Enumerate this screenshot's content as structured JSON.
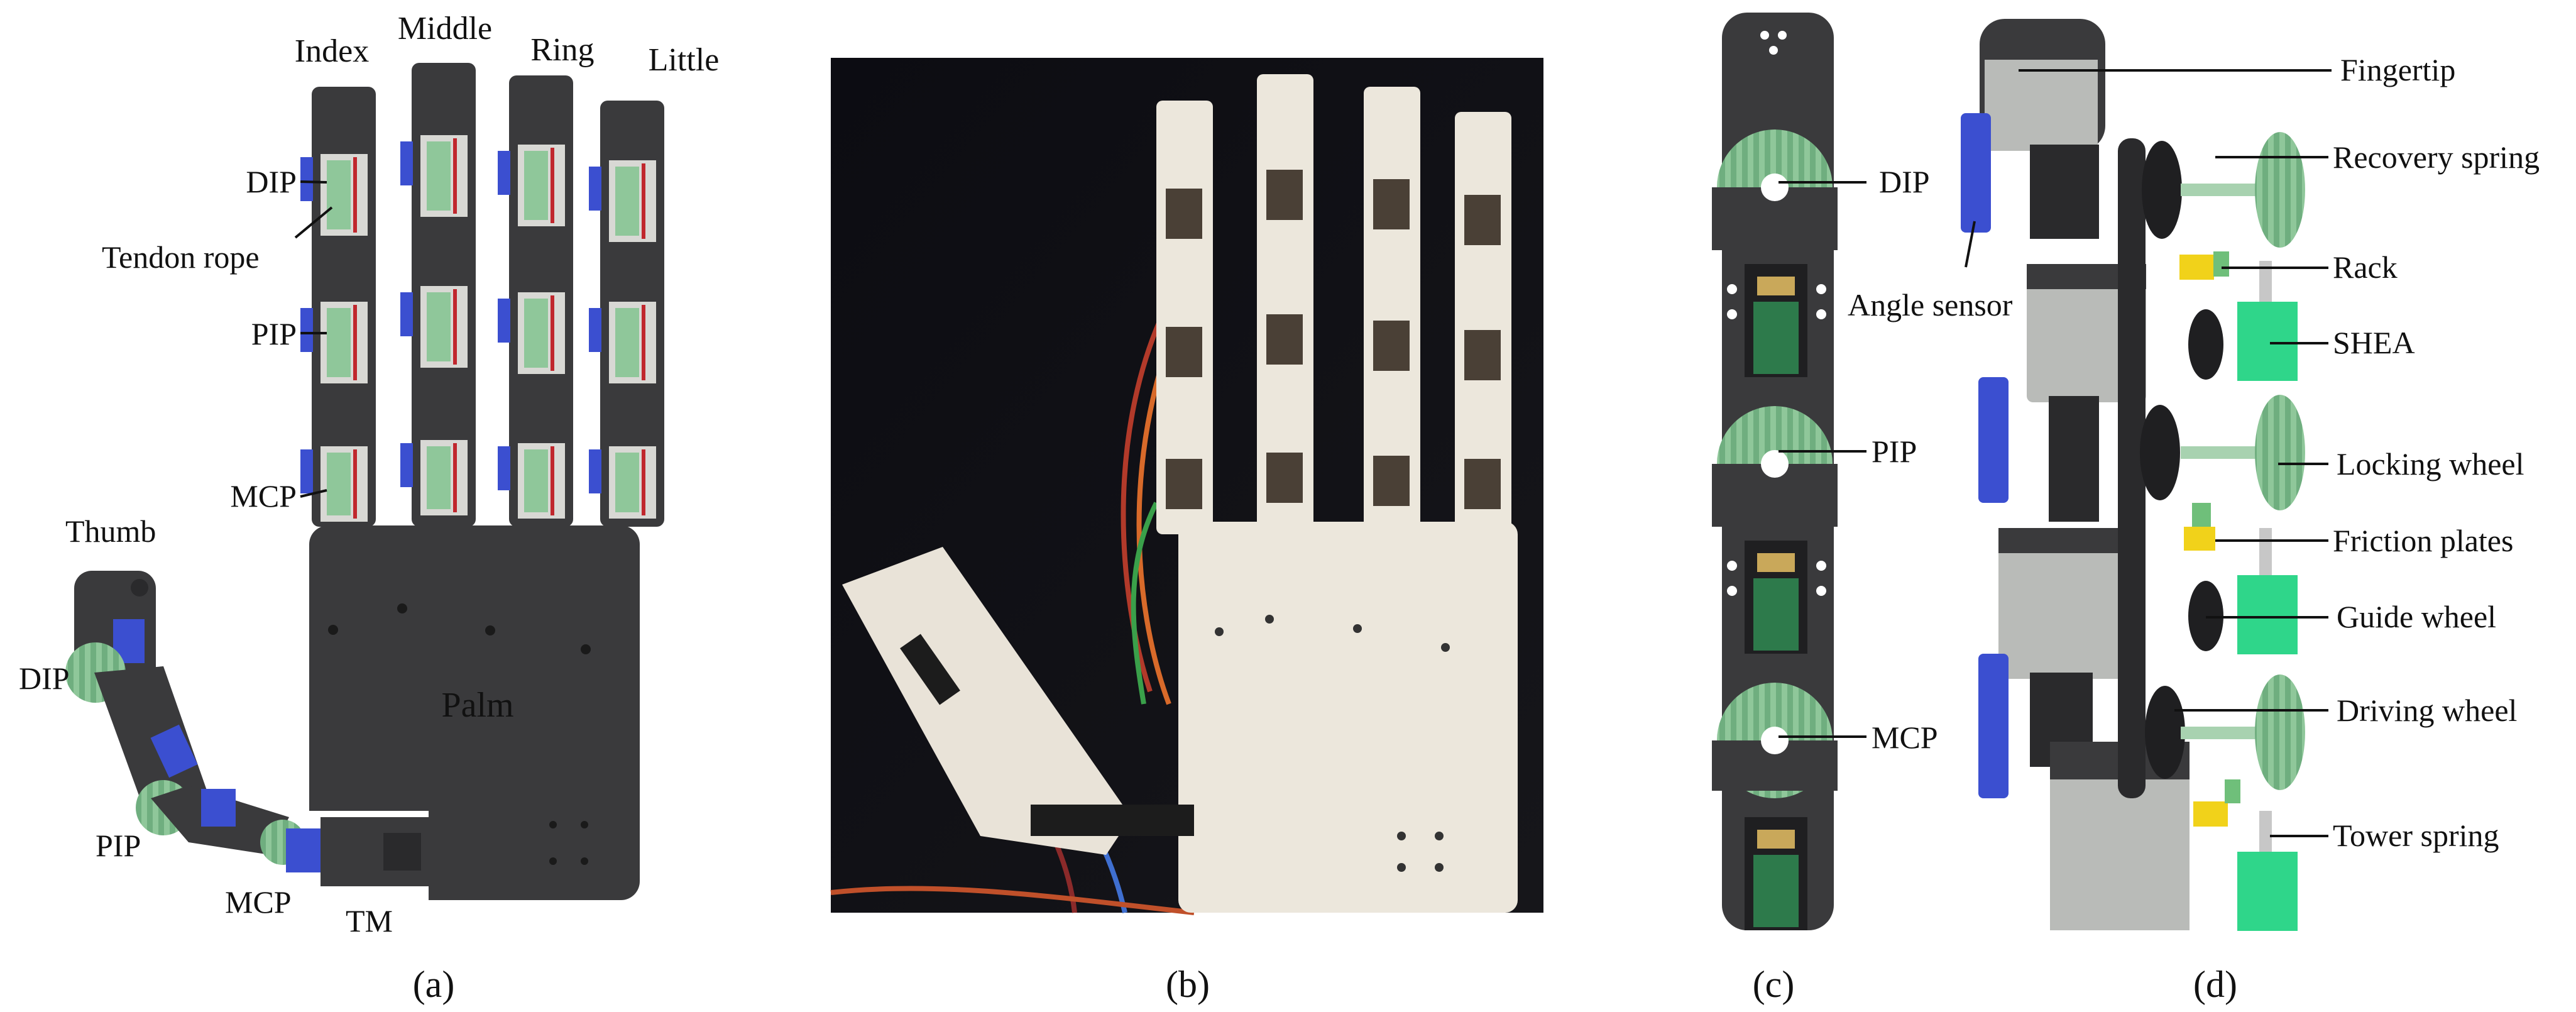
{
  "panels": {
    "a": {
      "caption": "(a)",
      "finger_names": [
        "Index",
        "Middle",
        "Ring",
        "Little"
      ],
      "joint_labels": {
        "dip": "DIP",
        "pip": "PIP",
        "mcp": "MCP"
      },
      "tendon_label": "Tendon rope",
      "thumb_label": "Thumb",
      "thumb_joints": {
        "dip": "DIP",
        "pip": "PIP",
        "mcp": "MCP",
        "tm": "TM"
      },
      "palm_label": "Palm"
    },
    "b": {
      "caption": "(b)"
    },
    "c": {
      "caption": "(c)",
      "joint_labels": [
        "DIP",
        "PIP",
        "MCP"
      ],
      "sensor_label": "Angle sensor"
    },
    "d": {
      "caption": "(d)",
      "component_labels": [
        "Fingertip",
        "Recovery spring",
        "Rack",
        "SHEA",
        "Locking wheel",
        "Friction plates",
        "Guide wheel",
        "Driving wheel",
        "Tower spring"
      ]
    }
  },
  "colors": {
    "dark_part": "#3a3a3c",
    "light_gray_part": "#b9bbb8",
    "sensor_blue": "#3b4fd0",
    "gear_green": "#8fc79a",
    "shea_green": "#2fd68a",
    "rack_yellow": "#f1d21a",
    "photo_background": "#0d0d10",
    "printed_white": "#ece7dc"
  }
}
